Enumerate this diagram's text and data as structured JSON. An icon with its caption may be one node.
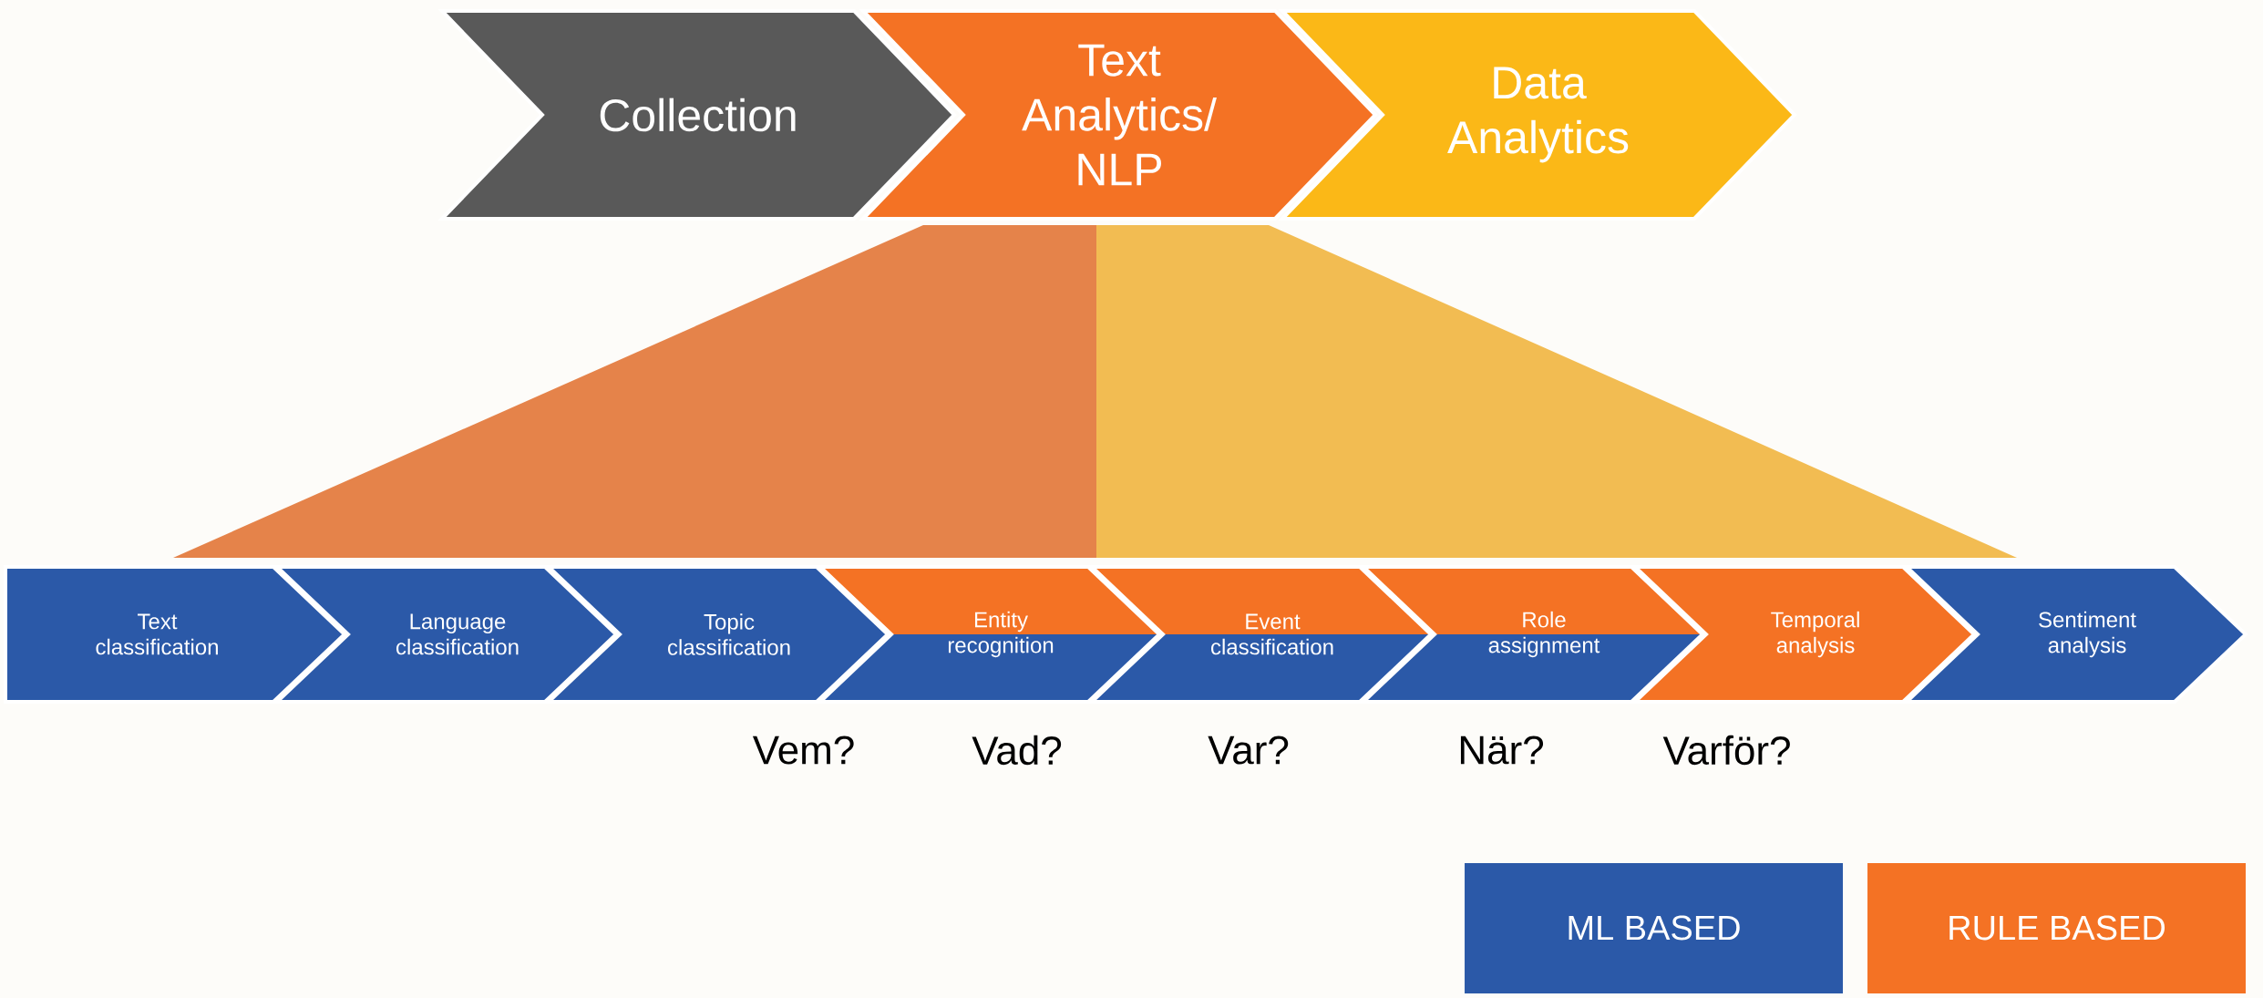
{
  "diagram": {
    "nodes": [
      {
        "text": [
          "Collection"
        ]
      },
      {
        "text": [
          "Text Analytics/ NLP"
        ]
      },
      {
        "text": [
          "Data Analytics"
        ]
      },
      {
        "text": [
          "Text classification"
        ]
      },
      {
        "text": [
          "Language classification"
        ]
      },
      {
        "text": [
          "Topic classification"
        ]
      },
      {
        "text": [
          "Entity recognition"
        ]
      },
      {
        "text": [
          "Event classification"
        ]
      },
      {
        "text": [
          "Role assignment"
        ]
      },
      {
        "text": [
          "Temporal analysis"
        ]
      },
      {
        "text": [
          "Sentiment analysis"
        ]
      }
    ],
    "labels": [
      "Vem?",
      "Vad?",
      "Var?",
      "När?",
      "Varför?"
    ],
    "legend": [
      {
        "text": "ML BASED",
        "color": "#2b59a8"
      },
      {
        "text": "RULE BASED",
        "color": "#f47224"
      }
    ]
  }
}
